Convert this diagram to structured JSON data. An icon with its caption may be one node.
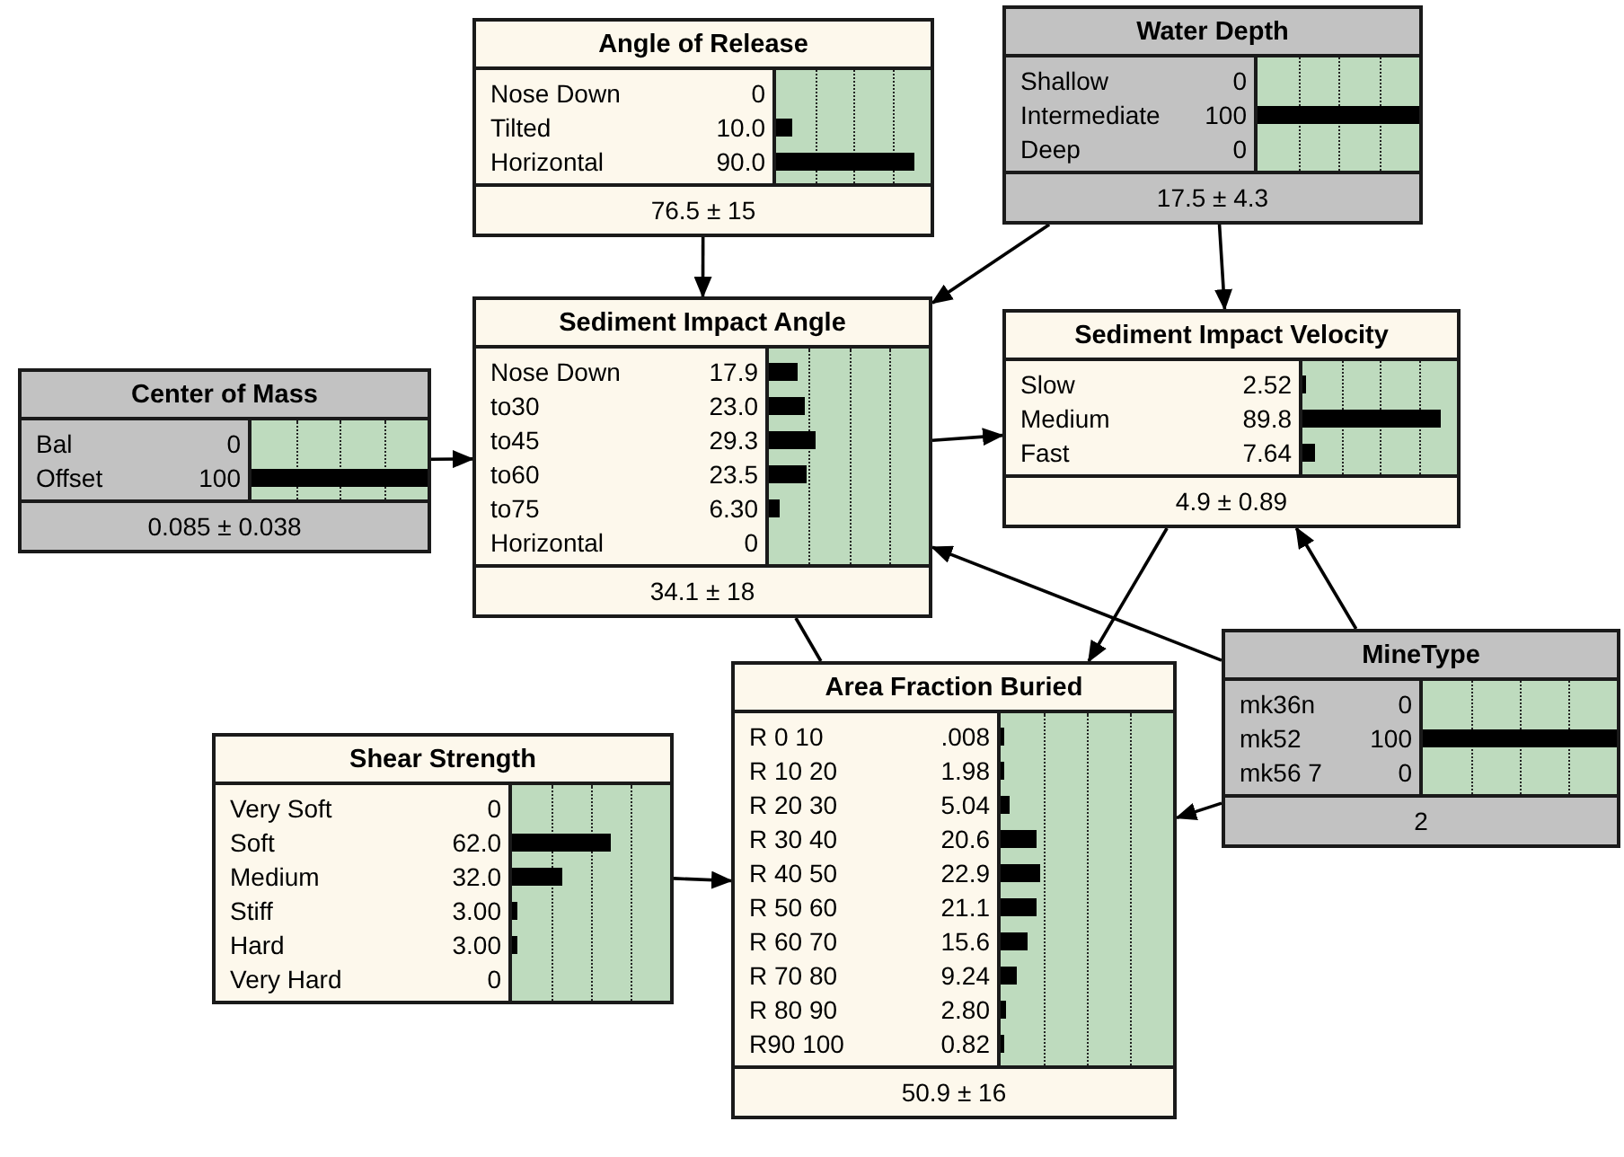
{
  "diagram": {
    "nodes": [
      {
        "text": [
          "Angle of Release",
          "Nose Down",
          "0",
          "Tilted",
          "10.0",
          "Horizontal",
          "90.0",
          "76.5 ± 15"
        ]
      },
      {
        "text": [
          "Water Depth",
          "Shallow",
          "0",
          "Intermediate",
          "100",
          "Deep",
          "0",
          "17.5 ± 4.3"
        ]
      },
      {
        "text": [
          "Center of Mass",
          "Bal",
          "0",
          "Offset",
          "100",
          "0.085 ± 0.038"
        ]
      },
      {
        "text": [
          "Sediment Impact Angle",
          "Nose Down",
          "17.9",
          "to30",
          "23.0",
          "to45",
          "29.3",
          "to60",
          "23.5",
          "to75",
          "6.30",
          "Horizontal",
          "0",
          "34.1 ± 18"
        ]
      },
      {
        "text": [
          "Sediment Impact Velocity",
          "Slow",
          "2.52",
          "Medium",
          "89.8",
          "Fast",
          "7.64",
          "4.9 ± 0.89"
        ]
      },
      {
        "text": [
          "MineType",
          "mk36n",
          "0",
          "mk52",
          "100",
          "mk56 7",
          "0",
          "2"
        ]
      },
      {
        "text": [
          "Shear Strength",
          "Very Soft",
          "0",
          "Soft",
          "62.0",
          "Medium",
          "32.0",
          "Stiff",
          "3.00",
          "Hard",
          "3.00",
          "Very Hard",
          "0"
        ]
      },
      {
        "text": [
          "Area Fraction Buried",
          "R 0 10",
          ".008",
          "R 10 20",
          "1.98",
          "R 20 30",
          "5.04",
          "R 30 40",
          "20.6",
          "R 40 50",
          "22.9",
          "R 50 60",
          "21.1",
          "R 60 70",
          "15.6",
          "R 70 80",
          "9.24",
          "R 80 90",
          "2.80",
          "R90 100",
          "0.82",
          "50.9 ± 16"
        ]
      }
    ],
    "edges": [
      {
        "from": 0,
        "to": 3,
        "arrow": "to"
      },
      {
        "from": 1,
        "to": 3,
        "arrow": "to"
      },
      {
        "from": 1,
        "to": 4,
        "arrow": "to"
      },
      {
        "from": 2,
        "to": 3,
        "arrow": "to"
      },
      {
        "from": 3,
        "to": 4,
        "arrow": "to"
      },
      {
        "from": 5,
        "to": 3,
        "arrow": "to"
      },
      {
        "from": 4,
        "to": 7,
        "arrow": "to"
      },
      {
        "from": 5,
        "to": 4,
        "arrow": "to"
      },
      {
        "from": 6,
        "to": 7,
        "arrow": "to"
      },
      {
        "from": 5,
        "to": 7,
        "arrow": "to"
      },
      {
        "from": 3,
        "to": 7,
        "arrow": "none"
      }
    ]
  }
}
